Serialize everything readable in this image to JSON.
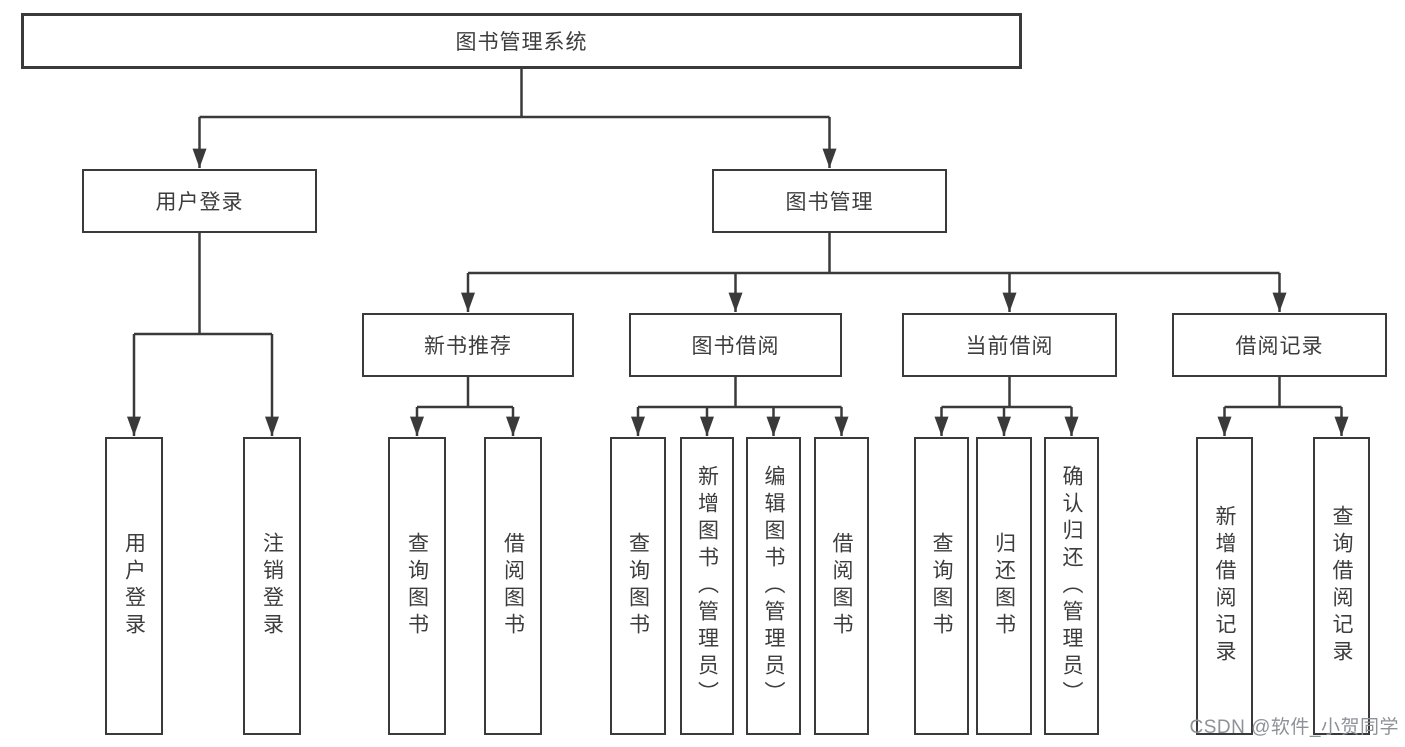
{
  "colors": {
    "line": "#3a3a3a",
    "text": "#3d3d3d",
    "watermark": "#8d9299",
    "background": "#ffffff"
  },
  "watermark": "CSDN @软件_小贺同学",
  "tree": {
    "root": {
      "id": "library-system",
      "label": "图书管理系统"
    },
    "level2": [
      {
        "id": "user-login",
        "label": "用户登录",
        "parent": "library-system"
      },
      {
        "id": "book-management",
        "label": "图书管理",
        "parent": "library-system"
      }
    ],
    "level3": [
      {
        "id": "new-book-recommend",
        "label": "新书推荐",
        "parent": "book-management"
      },
      {
        "id": "book-borrowing",
        "label": "图书借阅",
        "parent": "book-management"
      },
      {
        "id": "current-borrowing",
        "label": "当前借阅",
        "parent": "book-management"
      },
      {
        "id": "borrowing-records",
        "label": "借阅记录",
        "parent": "book-management"
      }
    ],
    "leaves": [
      {
        "id": "user-login-action",
        "label": "用户登录",
        "parent": "user-login"
      },
      {
        "id": "logout",
        "label": "注销登录",
        "parent": "user-login"
      },
      {
        "id": "query-books-recommend",
        "label": "查询图书",
        "parent": "new-book-recommend"
      },
      {
        "id": "borrow-books-recommend",
        "label": "借阅图书",
        "parent": "new-book-recommend"
      },
      {
        "id": "query-books-borrowing",
        "label": "查询图书",
        "parent": "book-borrowing"
      },
      {
        "id": "add-books-admin",
        "label": "新增图书（管理员）",
        "parent": "book-borrowing"
      },
      {
        "id": "edit-books-admin",
        "label": "编辑图书（管理员）",
        "parent": "book-borrowing"
      },
      {
        "id": "borrow-books-borrowing",
        "label": "借阅图书",
        "parent": "book-borrowing"
      },
      {
        "id": "query-books-current",
        "label": "查询图书",
        "parent": "current-borrowing"
      },
      {
        "id": "return-books",
        "label": "归还图书",
        "parent": "current-borrowing"
      },
      {
        "id": "confirm-return-admin",
        "label": "确认归还（管理员）",
        "parent": "current-borrowing"
      },
      {
        "id": "add-borrowing-record",
        "label": "新增借阅记录",
        "parent": "borrowing-records"
      },
      {
        "id": "query-borrowing-record",
        "label": "查询借阅记录",
        "parent": "borrowing-records"
      }
    ]
  }
}
